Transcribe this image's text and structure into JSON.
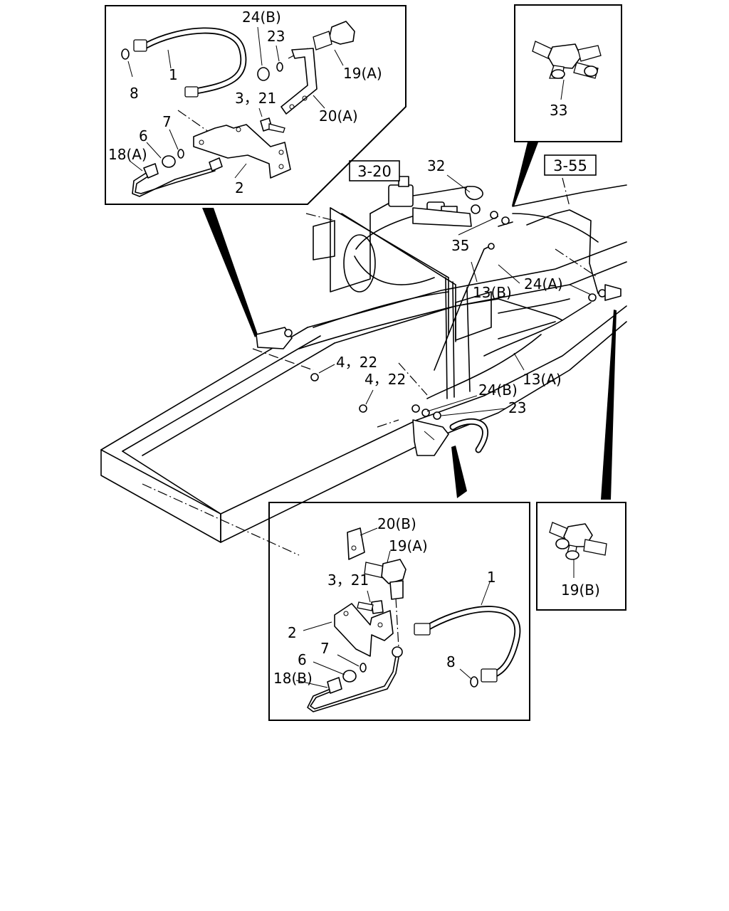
{
  "labels": {
    "l1_top": "1",
    "l8_top": "8",
    "l24b_top": "24(B)",
    "l23_top": "23",
    "l19a_top": "19(A)",
    "l321_top": "3，21",
    "l20a": "20(A)",
    "l7_top": "7",
    "l6_top": "6",
    "l18a": "18(A)",
    "l2_top": "2",
    "l33": "33",
    "l32": "32",
    "l35": "35",
    "l13b": "13(B)",
    "l24a": "24(A)",
    "l422_a": "4，22",
    "l422_b": "4，22",
    "l13a": "13(A)",
    "l24b_mid": "24(B)",
    "l23_mid": "23",
    "l20b": "20(B)",
    "l19a_bot": "19(A)",
    "l321_bot": "3，21",
    "l1_bot": "1",
    "l2_bot": "2",
    "l7_bot": "7",
    "l6_bot": "6",
    "l18b": "18(B)",
    "l8_bot": "8",
    "l19b": "19(B)"
  },
  "refs": {
    "ref_320": "3-20",
    "ref_355": "3-55"
  }
}
